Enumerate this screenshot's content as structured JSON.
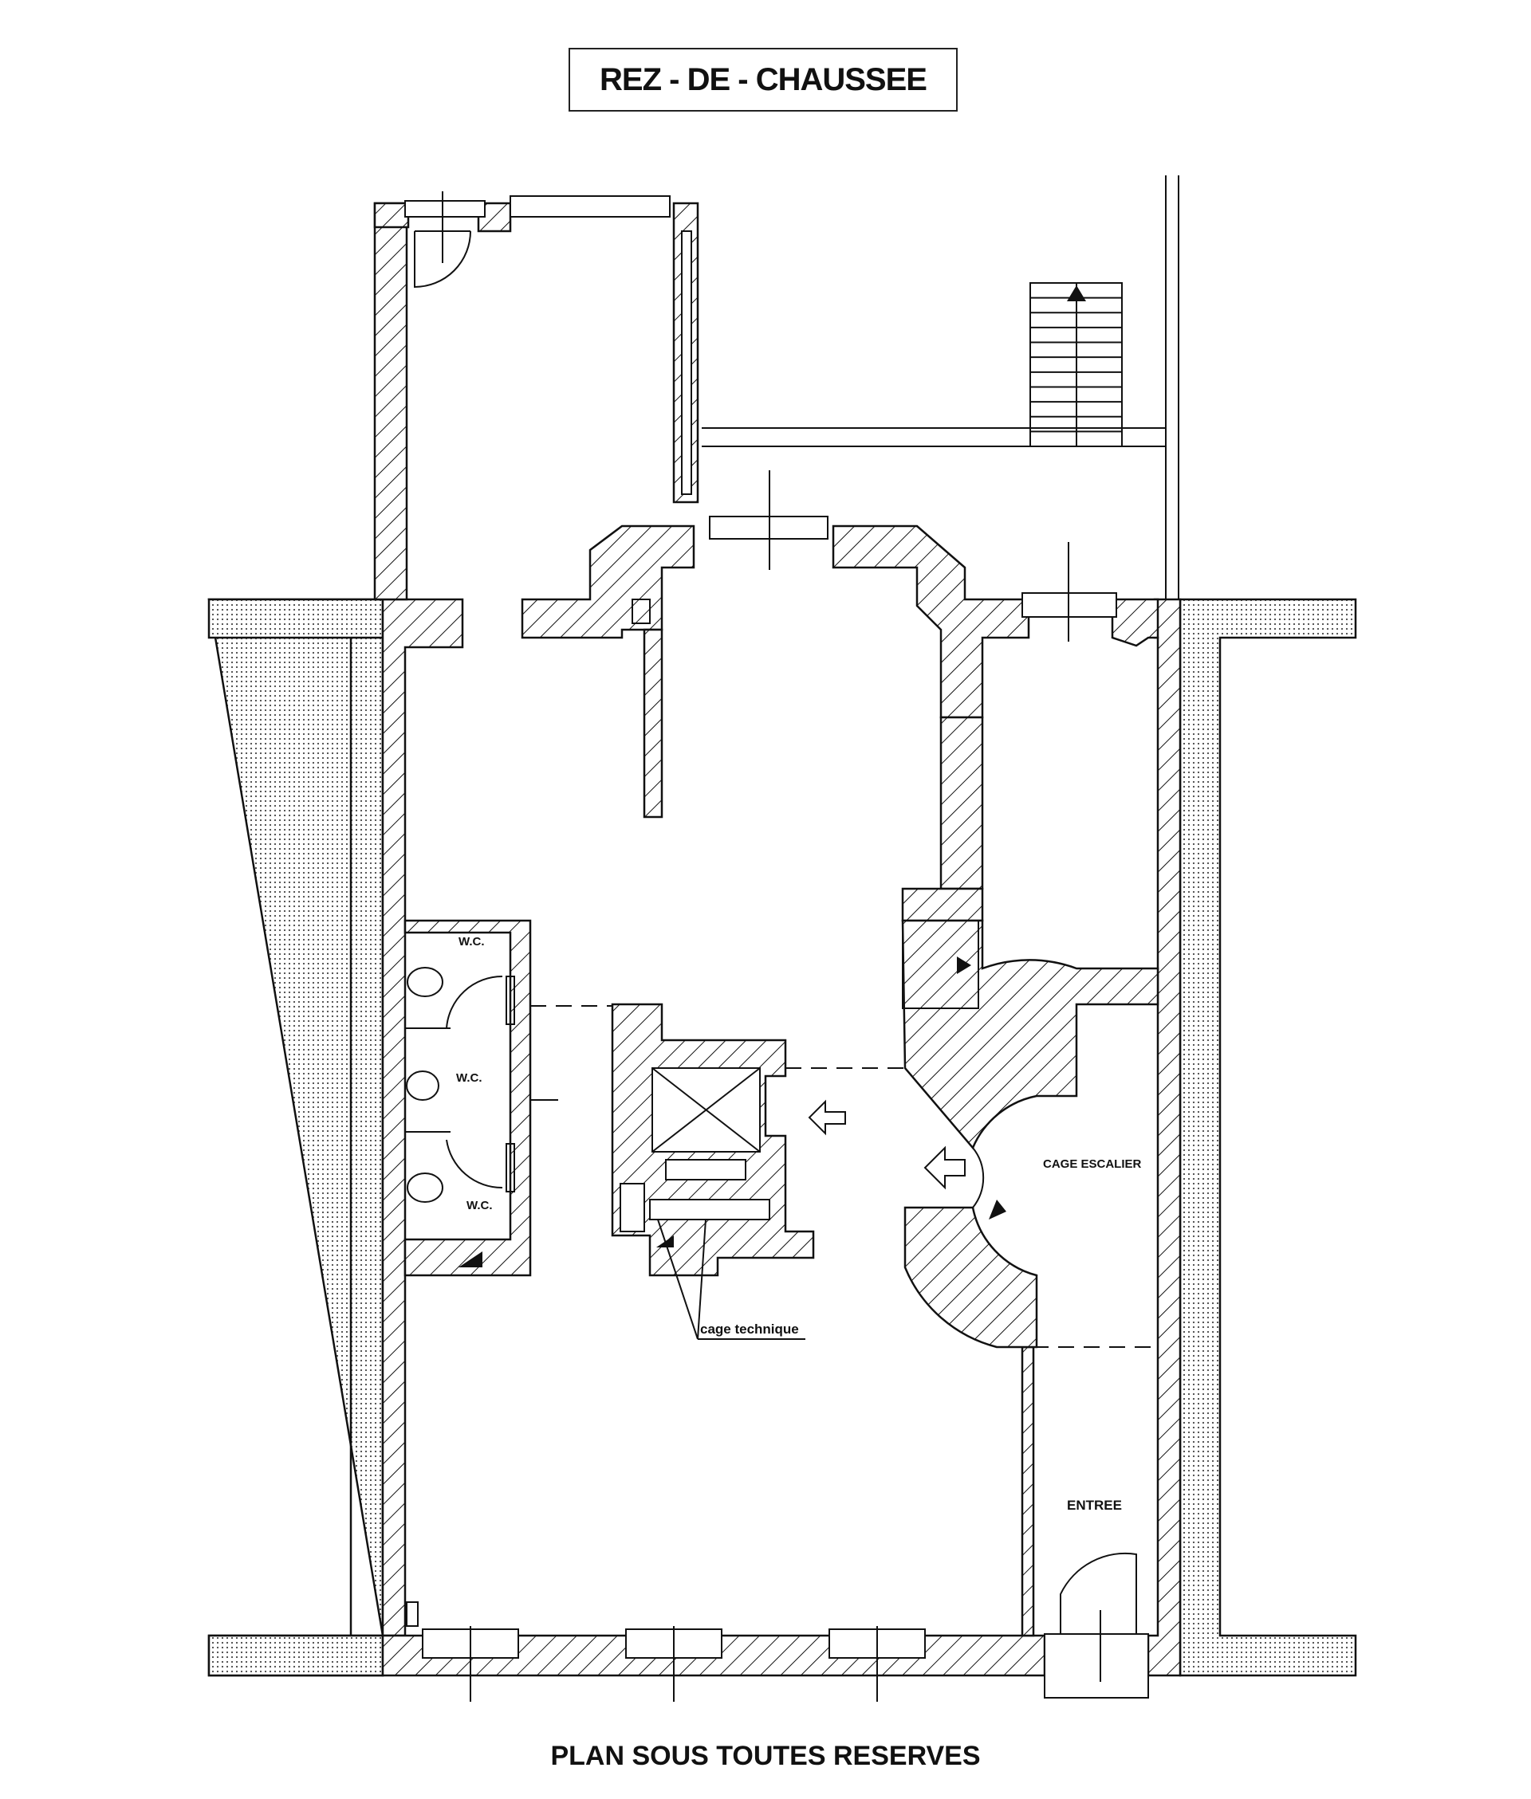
{
  "title": "REZ - DE - CHAUSSEE",
  "footer": "PLAN SOUS TOUTES RESERVES",
  "rooms": {
    "wc_top": "W.C.",
    "wc_middle": "W.C.",
    "wc_bottom": "W.C.",
    "stair_case": "CAGE ESCALIER",
    "entrance": "ENTREE",
    "technical": "cage technique"
  },
  "colors": {
    "line": "#111111",
    "background": "#ffffff"
  }
}
